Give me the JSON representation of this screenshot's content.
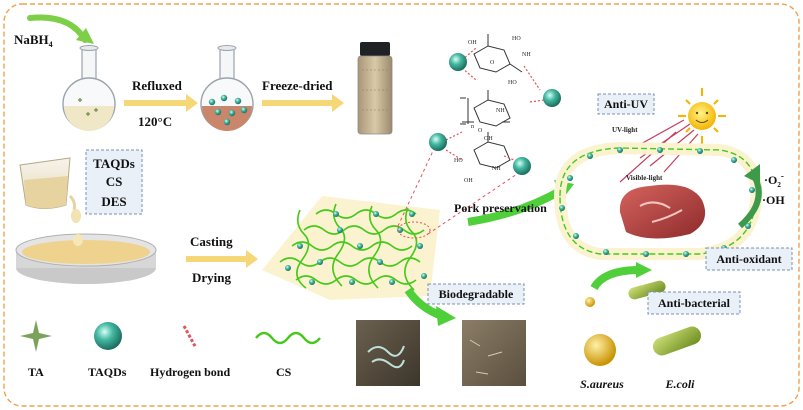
{
  "reagent": {
    "nabh4": "NaBH",
    "nabh4_sub": "4"
  },
  "steps": {
    "refluxed": "Refluxed",
    "temp": "120°C",
    "freeze_dried": "Freeze-dried",
    "casting": "Casting",
    "drying": "Drying",
    "pork": "Pork preservation"
  },
  "components": {
    "taqds": "TAQDs",
    "cs": "CS",
    "des": "DES"
  },
  "properties": {
    "anti_uv": "Anti-UV",
    "uv_light": "UV-light",
    "visible_light": "Visible-light",
    "anti_oxidant": "Anti-oxidant",
    "radical_o2": "·O",
    "radical_o2_sub": "2",
    "radical_o2_sup": "-",
    "radical_oh": "·OH",
    "anti_bacterial": "Anti-bacterial",
    "biodegradable": "Biodegradable"
  },
  "bacteria": {
    "s_aureus": "S.aureus",
    "e_coli": "E.coli"
  },
  "legend": {
    "ta": "TA",
    "taqds": "TAQDs",
    "hbond": "Hydrogen bond",
    "cs": "CS"
  },
  "molecule": {
    "oh": "OH",
    "ho": "HO",
    "o": "O",
    "nh2": "NH",
    "nh_sub": "2",
    "n": "n"
  },
  "colors": {
    "frame": "#f2a04b",
    "dot": "#2f9c86",
    "film": "#fbf3cf",
    "chain": "#45c91a",
    "arrow_green": "#4fcf3a",
    "arrow_yellow": "#f6d777",
    "hbond": "#e0525a",
    "box_fill": "#e9f0f8",
    "box_border": "#7b8fb0"
  }
}
